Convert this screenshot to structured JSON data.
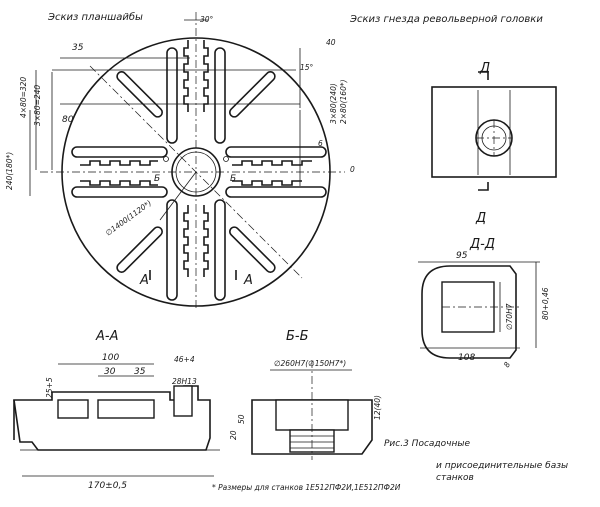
{
  "titles": {
    "faceplate_sketch": "Эскиз планшайбы",
    "turret_sketch": "Эскиз гнезда револьверной головки"
  },
  "sections": {
    "aa": "А-А",
    "bb": "Б-Б",
    "dd": "Д-Д",
    "a_mark": "А",
    "b_mark": "Б",
    "d_mark": "Д"
  },
  "faceplate_dims": {
    "d35": "35",
    "d30deg": "30°",
    "d15deg": "15°",
    "d40": "40",
    "d4x80": "4×80=320",
    "d3x80_240": "3×80=240",
    "d80": "80",
    "d240_180": "240(180*)",
    "d1400": "∅1400(1120*)",
    "d3x80_right": "3×80(240)",
    "d2x80_right": "2×80(160*)",
    "d6": "6",
    "d0": "0"
  },
  "section_aa_dims": {
    "d100": "100",
    "d30": "30",
    "d35": "35",
    "d25": "25+5",
    "d46": "46+4",
    "d28h13": "28H13",
    "d170": "170±0,5"
  },
  "section_bb_dims": {
    "d260": "∅260H7(∅150H7*)",
    "d50": "50",
    "d20": "20",
    "d12": "12(40)"
  },
  "section_dd_dims": {
    "d95": "95",
    "d108": "108",
    "d70h7": "∅70H7",
    "d80": "80+0,46",
    "d8": "8"
  },
  "caption": {
    "line1": "Рис.3 Посадочные",
    "line2": "и присоединительные базы",
    "line3": "станков"
  },
  "footnote": "* Размеры для станков 1Е512ПФ2И,1Е512ПФ2И"
}
